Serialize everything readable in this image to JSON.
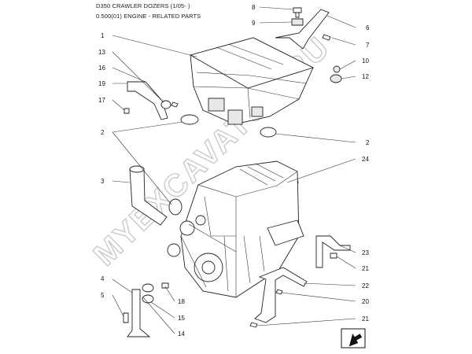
{
  "header": {
    "line1": "D350 CRAWLER DOZERS (1/05- )",
    "line2": "0.500(01) ENGINE - RELATED PARTS"
  },
  "watermark": "MYEXCAVATOR.RU",
  "callouts": {
    "c1": "1",
    "c2a": "2",
    "c2b": "2",
    "c3": "3",
    "c4": "4",
    "c5": "5",
    "c6": "6",
    "c7": "7",
    "c8": "8",
    "c9": "9",
    "c10": "10",
    "c12": "12",
    "c13": "13",
    "c14": "14",
    "c15": "15",
    "c16": "16",
    "c17": "17",
    "c18": "18",
    "c19": "19",
    "c20": "20",
    "c21a": "21",
    "c21b": "21",
    "c22": "22",
    "c23": "23",
    "c24": "24"
  },
  "colors": {
    "line": "#333333",
    "watermark": "#c7c7c7",
    "text": "#111111"
  },
  "icons": {
    "nav": "next-page-arrow-icon"
  }
}
